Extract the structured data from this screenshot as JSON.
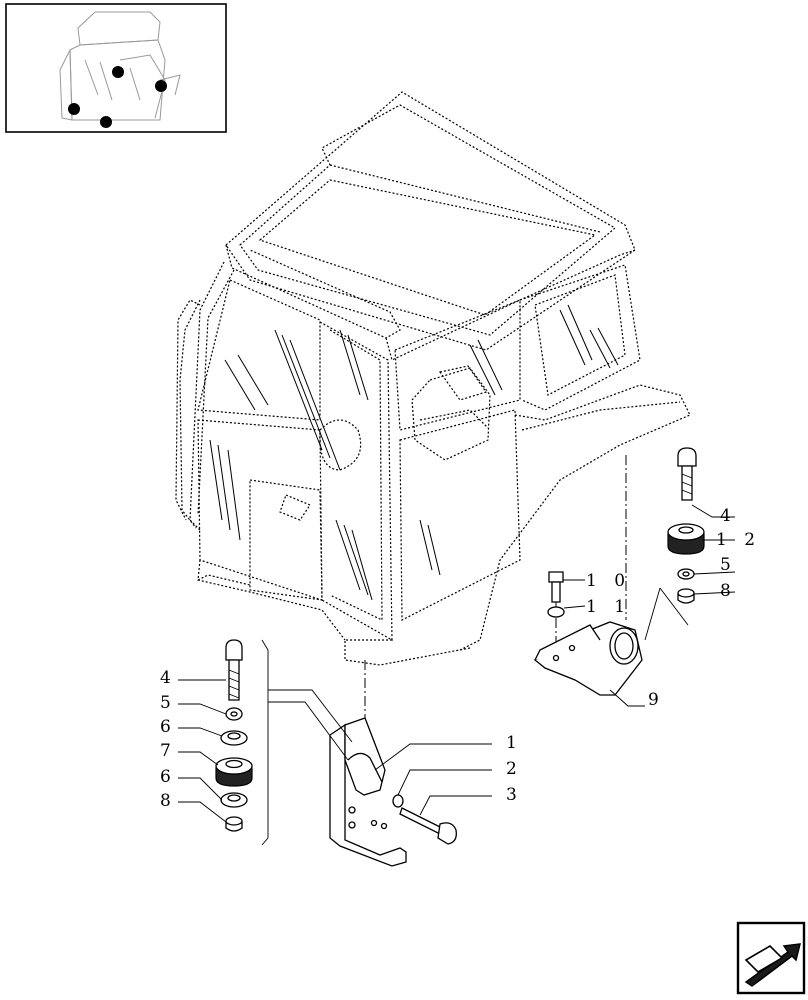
{
  "callouts": {
    "c1": "1",
    "c2": "2",
    "c3": "3",
    "c4_left": "4",
    "c4_right": "4",
    "c5_left": "5",
    "c5_right": "5",
    "c6_upper": "6",
    "c6_lower": "6",
    "c7": "7",
    "c8_left": "8",
    "c8_right": "8",
    "c9": "9",
    "c10": "1 0",
    "c11": "1 1",
    "c12": "1 2"
  },
  "icons": {
    "nav_arrow": "next-page-arrow-icon",
    "thumbnail": "tractor-cab-thumbnail-icon"
  },
  "colors": {
    "line": "#000000",
    "background": "#ffffff"
  }
}
